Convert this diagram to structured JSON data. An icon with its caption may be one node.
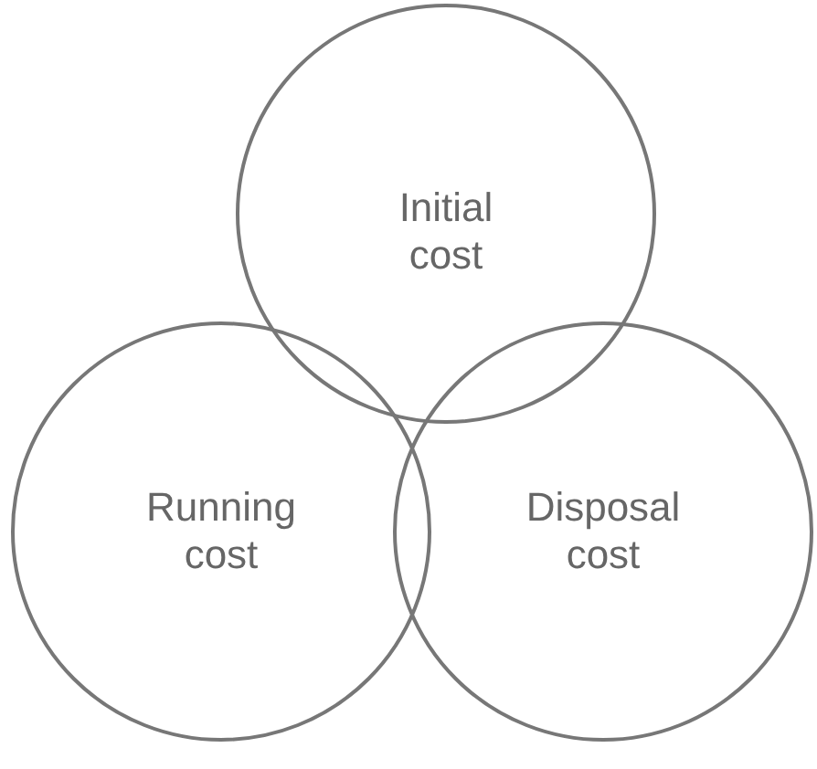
{
  "diagram": {
    "nodes": [
      {
        "text": [
          "Initial cost"
        ]
      },
      {
        "text": [
          "Running cost"
        ]
      },
      {
        "text": [
          "Disposal cost"
        ]
      }
    ],
    "edges": []
  }
}
